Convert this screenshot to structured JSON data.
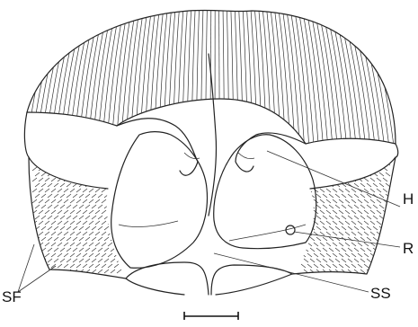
{
  "figure": {
    "labels": {
      "h": "H",
      "r": "R",
      "sf": "SF",
      "ss": "SS"
    }
  }
}
